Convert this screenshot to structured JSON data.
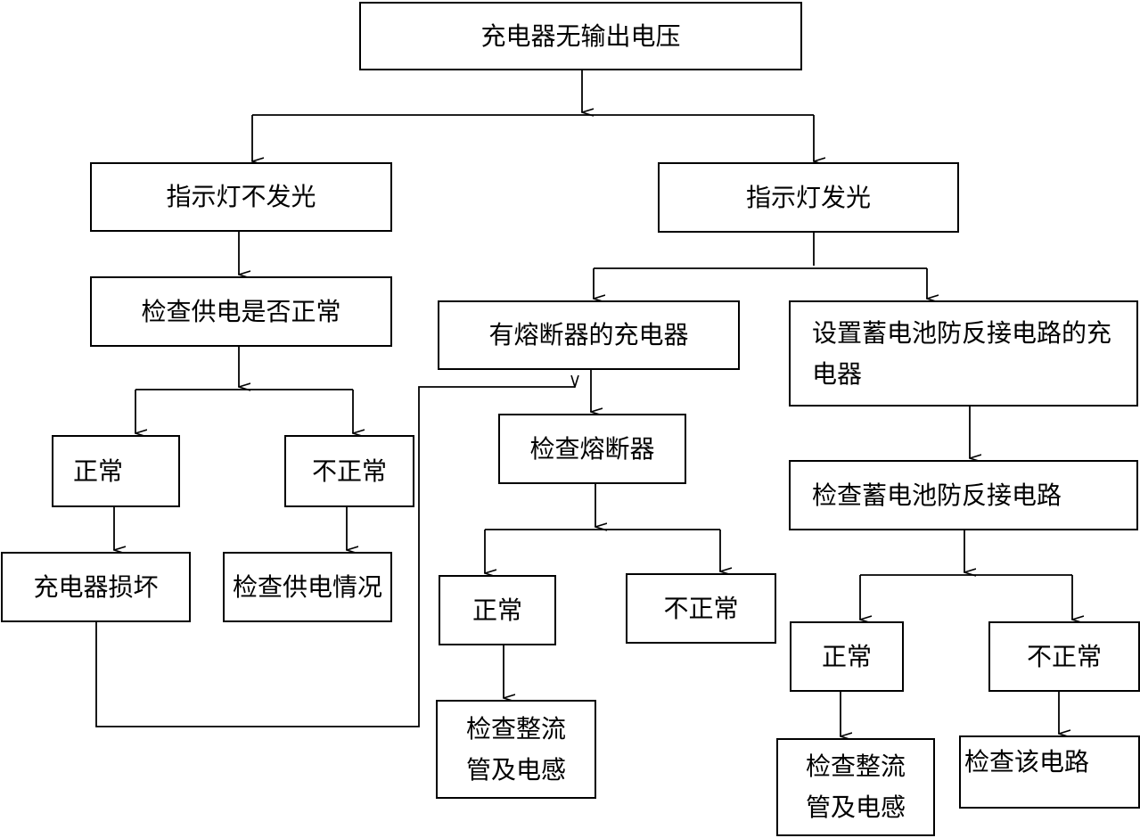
{
  "nodes": {
    "root": "充电器无输出电压",
    "no_light": "指示灯不发光",
    "light": "指示灯发光",
    "check_supply": "检查供电是否正常",
    "normal_1": "正常",
    "abnormal_1": "不正常",
    "charger_broken": "充电器损坏",
    "check_supply_condition": "检查供电情况",
    "with_fuse": "有熔断器的充电器",
    "reverse_protect": "设置蓄电池防反接电路的充电器",
    "check_fuse": "检查熔断器",
    "normal_2": "正常",
    "abnormal_2": "不正常",
    "check_rectifier_1": "检查整流管及电感",
    "check_reverse": "检查蓄电池防反接电路",
    "normal_3": "正常",
    "abnormal_3": "不正常",
    "check_rectifier_2": "检查整流管及电感",
    "check_circuit": "检查该电路"
  }
}
